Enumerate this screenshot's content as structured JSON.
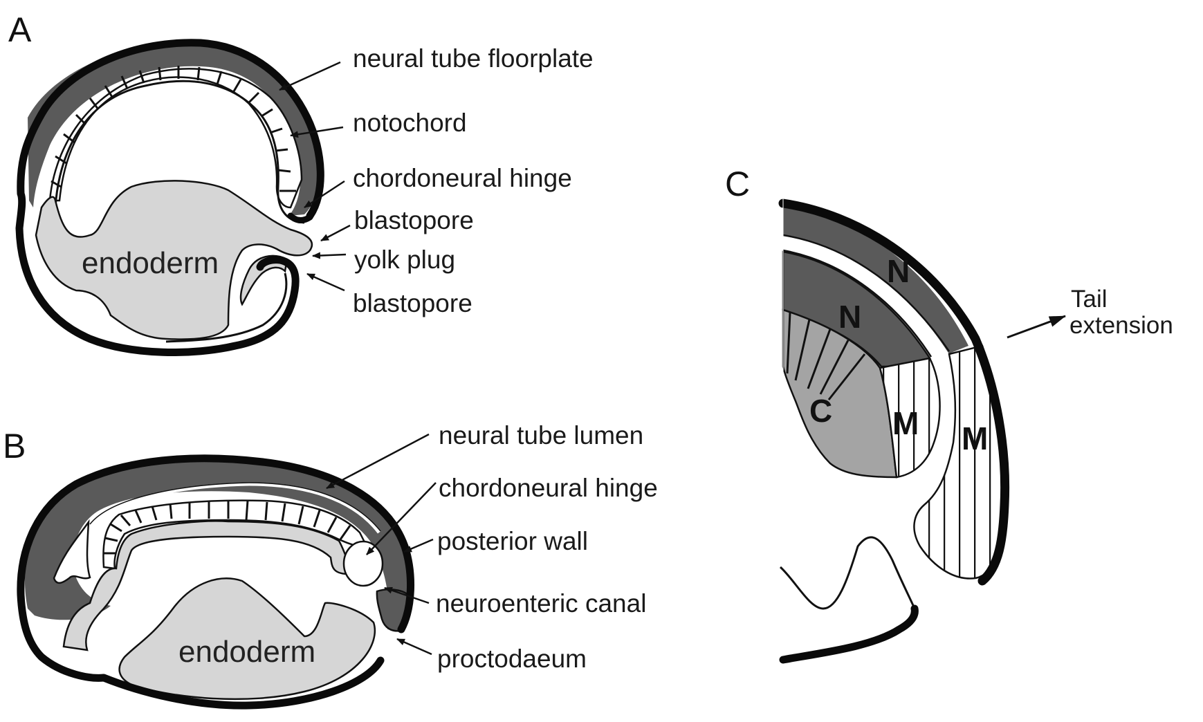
{
  "figure": {
    "colors": {
      "neural": "#5a5a5a",
      "endoderm": "#d6d6d6",
      "notochord_light": "#a4a4a4",
      "ectoderm": "#0a0a0a",
      "background": "#ffffff"
    },
    "panels": [
      {
        "letter": "A",
        "endoderm_label": "endoderm",
        "labels": [
          "neural tube floorplate",
          "notochord",
          "chordoneural hinge",
          "blastopore",
          "yolk plug",
          "blastopore"
        ]
      },
      {
        "letter": "B",
        "endoderm_label": "endoderm",
        "labels": [
          "neural tube lumen",
          "chordoneural hinge",
          "posterior wall",
          "neuroenteric canal",
          "proctodaeum"
        ]
      },
      {
        "letter": "C",
        "region_letters": [
          "N",
          "N",
          "C",
          "M",
          "M"
        ],
        "arrow_label_line1": "Tail",
        "arrow_label_line2": "extension"
      }
    ]
  }
}
